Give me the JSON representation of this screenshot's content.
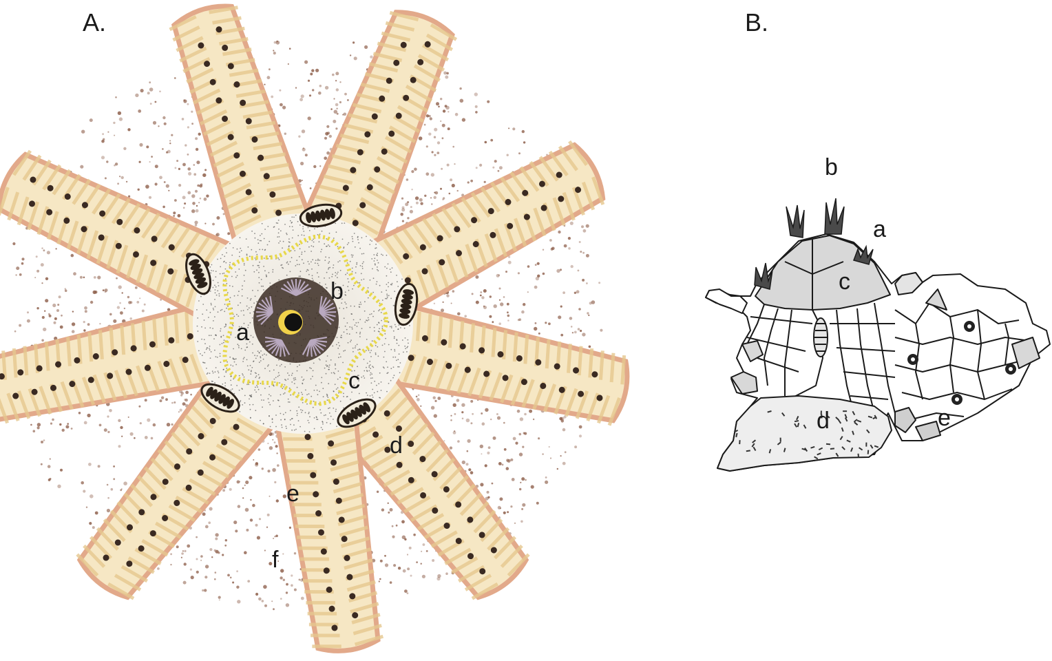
{
  "panels": {
    "a": {
      "title": "A.",
      "labels": {
        "a": "a",
        "b": "b",
        "c": "c",
        "d": "d",
        "e": "e",
        "f": "f"
      }
    },
    "b": {
      "title": "B.",
      "labels": {
        "a": "a",
        "b": "b",
        "c": "c",
        "d": "d",
        "e": "e"
      }
    }
  },
  "colors": {
    "arm_fill": "#f6e7c4",
    "arm_edge": "#e2a98a",
    "arm_bands": "#e6c88f",
    "stipple": "#8a5a45",
    "disc": "#f3efe6",
    "yellow_ring": "#e8d84a",
    "madreporite": "#2b2118",
    "line": "#1a1a1a",
    "shade": "#d8d8d8"
  }
}
